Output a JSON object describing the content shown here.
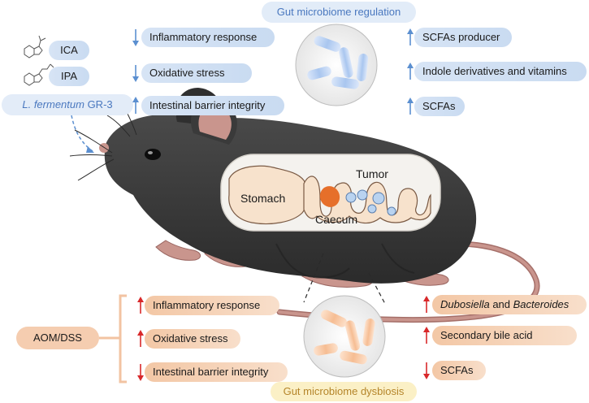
{
  "top": {
    "title": "Gut microbiome regulation",
    "compounds": [
      "ICA",
      "IPA"
    ],
    "strain_italic": "L. fermentum",
    "strain_suffix": " GR-3",
    "left_effects": [
      "Inflammatory response",
      "Oxidative stress",
      "Intestinal barrier integrity"
    ],
    "left_arrows": [
      "down",
      "down",
      "up"
    ],
    "right_effects": [
      "SCFAs producer",
      "Indole derivatives and vitamins",
      "SCFAs"
    ],
    "right_arrows": [
      "up",
      "up",
      "up"
    ]
  },
  "organs": {
    "stomach": "Stomach",
    "tumor": "Tumor",
    "caecum": "Caecum"
  },
  "bottom": {
    "title": "Gut microbiome dysbiosis",
    "model": "AOM/DSS",
    "left_effects": [
      "Inflammatory response",
      "Oxidative stress",
      "Intestinal barrier integrity"
    ],
    "left_arrows": [
      "up",
      "up",
      "down"
    ],
    "right_first_italic_a": "Dubosiella",
    "right_first_mid": " and ",
    "right_first_italic_b": "Bacteroides",
    "right_effects_rest": [
      "Secondary bile acid",
      "SCFAs"
    ],
    "right_arrows": [
      "up",
      "up",
      "down"
    ]
  },
  "colors": {
    "up_down_blue": "#5b8fd0",
    "up_down_red": "#d8282a",
    "pill_blue": "#cfdff3",
    "pill_orange": "#f5cdb0",
    "mouse_body": "#3a3a3a",
    "mouse_skin": "#c9958d",
    "caecum": "#e66f2a",
    "tumor": "#b9d3f0"
  }
}
